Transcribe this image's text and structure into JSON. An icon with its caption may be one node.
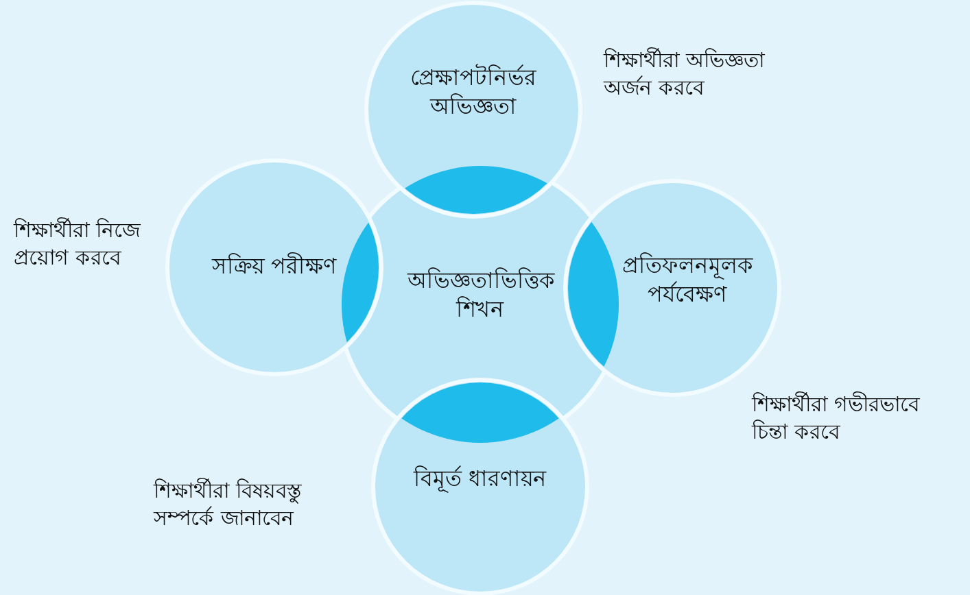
{
  "diagram": {
    "nodes": [
      {
        "text": [
          "অভিজ্ঞতাভিত্তিক শিখন"
        ]
      },
      {
        "text": [
          "প্রেক্ষাপটনির্ভর অভিজ্ঞতা"
        ],
        "beside": [
          "শিক্ষার্থীরা অভিজ্ঞতা অর্জন করবে"
        ]
      },
      {
        "text": [
          "সক্রিয় পরীক্ষণ"
        ],
        "beside": [
          "শিক্ষার্থীরা নিজে প্রয়োগ করবে"
        ]
      },
      {
        "text": [
          "প্রতিফলনমূলক পর্যবেক্ষণ"
        ]
      },
      {
        "text": [
          "বিমূর্ত ধারণায়ন"
        ]
      }
    ],
    "labels": [
      "শিক্ষার্থীরা গভীরভাবে চিন্তা করবে",
      "শিক্ষার্থীরা বিষয়বস্তু সম্পর্কে জানাবেন"
    ]
  }
}
